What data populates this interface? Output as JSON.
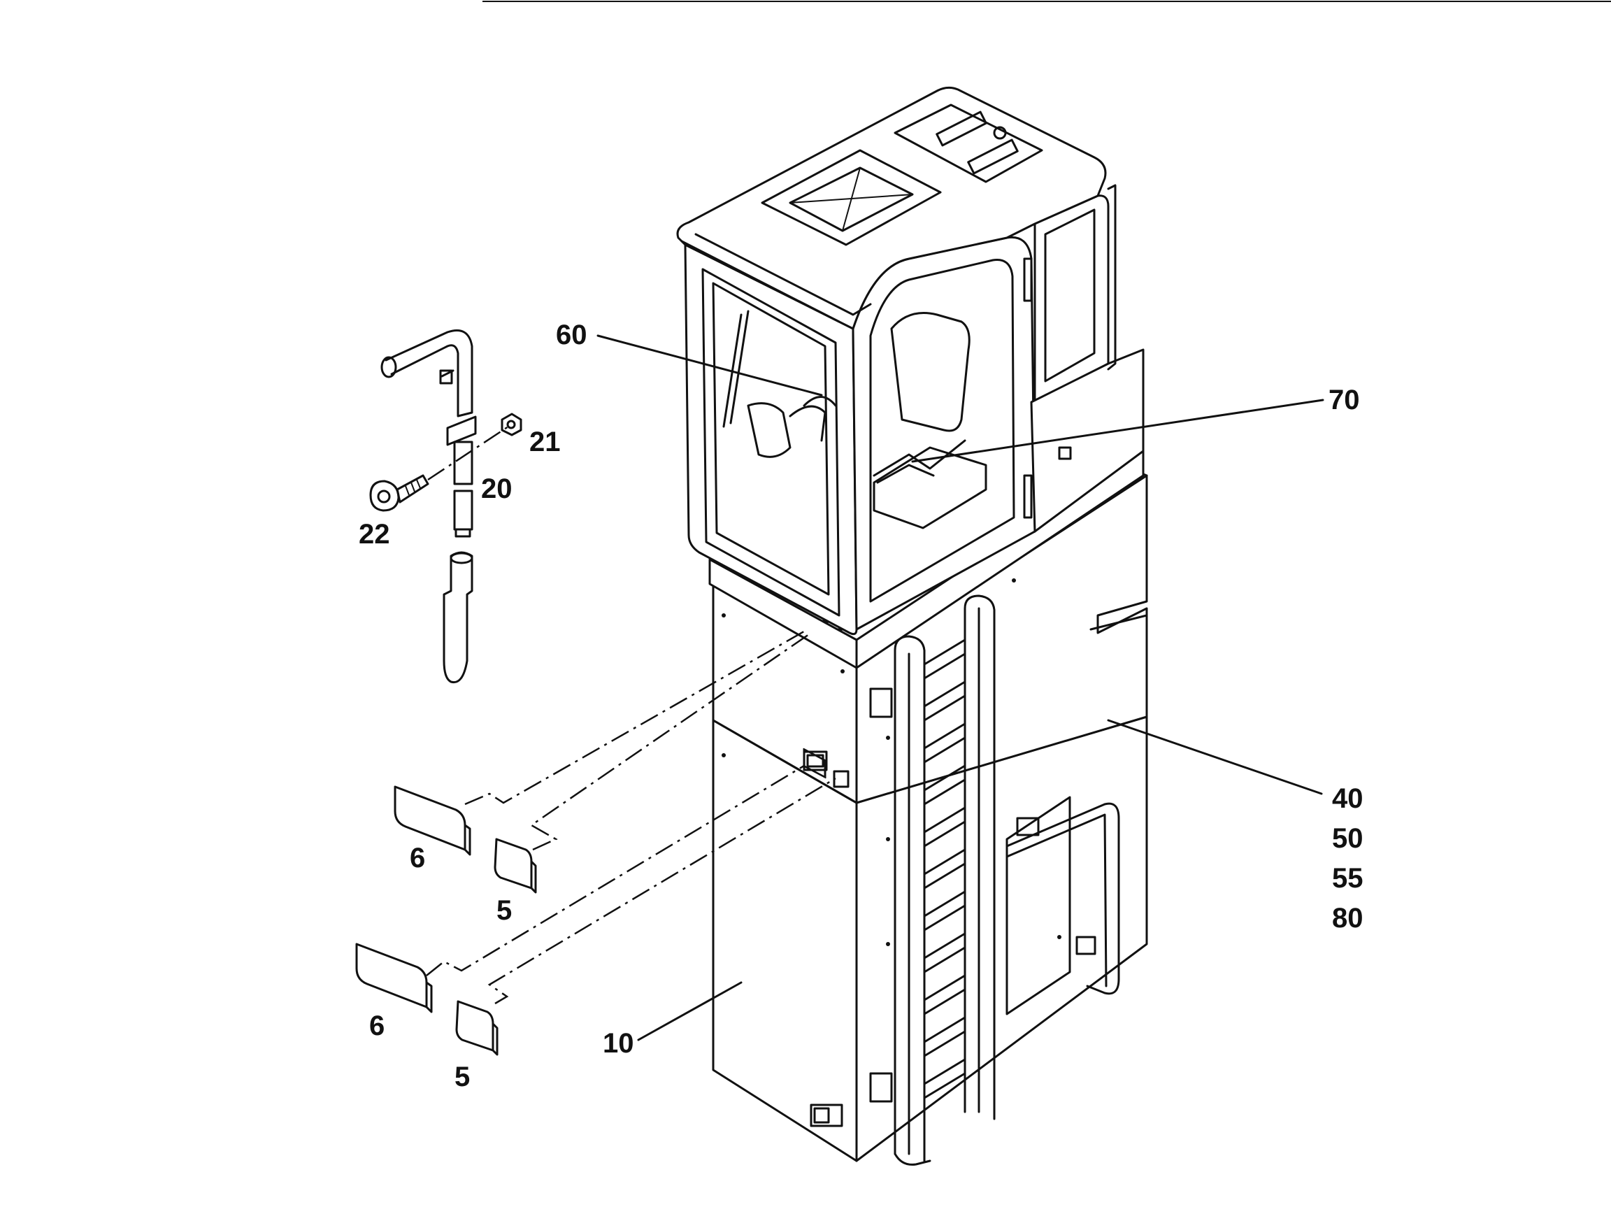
{
  "labels": {
    "c60": "60",
    "c70": "70",
    "c21": "21",
    "c20": "20",
    "c22": "22",
    "c40": "40",
    "c50": "50",
    "c55": "55",
    "c80": "80",
    "c6a": "6",
    "c5a": "5",
    "c6b": "6",
    "c5b": "5",
    "c10": "10"
  },
  "colors": {
    "ink": "#111111",
    "paper": "#ffffff"
  }
}
